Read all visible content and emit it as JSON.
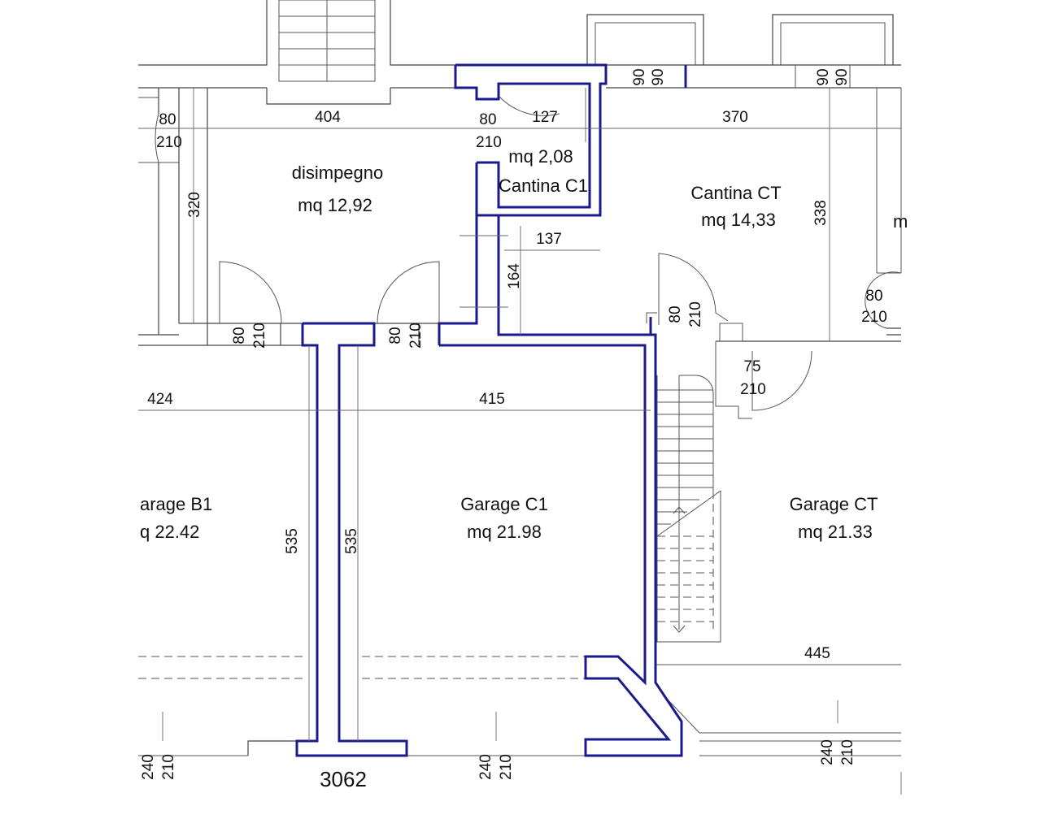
{
  "rooms": {
    "disimpegno": {
      "name": "disimpegno",
      "area": "mq 12,92"
    },
    "cantina_c1": {
      "name": "Cantina C1",
      "area": "mq 2,08"
    },
    "cantina_ct": {
      "name": "Cantina CT",
      "area": "mq 14,33"
    },
    "garage_b1": {
      "name": "arage B1",
      "area": "q 22.42"
    },
    "garage_c1": {
      "name": "Garage C1",
      "area": "mq 21.98"
    },
    "garage_ct": {
      "name": "Garage CT",
      "area": "mq 21.33"
    },
    "right_cut": {
      "name": "m"
    }
  },
  "dimensions": {
    "d404": "404",
    "d127": "127",
    "d370": "370",
    "d320": "320",
    "d137": "137",
    "d164": "164",
    "d338": "338",
    "d424": "424",
    "d415": "415",
    "d535a": "535",
    "d535b": "535",
    "d445": "445",
    "total": "3062"
  },
  "openings": {
    "w90a_top": "90",
    "w90a_bot": "90",
    "w90b_top": "90",
    "w90b_bot": "90",
    "d80_left_w": "80",
    "d80_left_h": "210",
    "d80_mid_w": "80",
    "d80_mid_h": "210",
    "d80_right_w": "80",
    "d80_right_h": "210",
    "d80_a_w": "80",
    "d80_a_h": "210",
    "d80_b_w": "80",
    "d80_b_h": "210",
    "d80_stair_w": "80",
    "d80_stair_h": "210",
    "d75_w": "75",
    "d75_h": "210",
    "g240a_w": "240",
    "g240a_h": "210",
    "g240b_w": "240",
    "g240b_h": "210",
    "g240c_w": "240",
    "g240c_h": "210"
  }
}
